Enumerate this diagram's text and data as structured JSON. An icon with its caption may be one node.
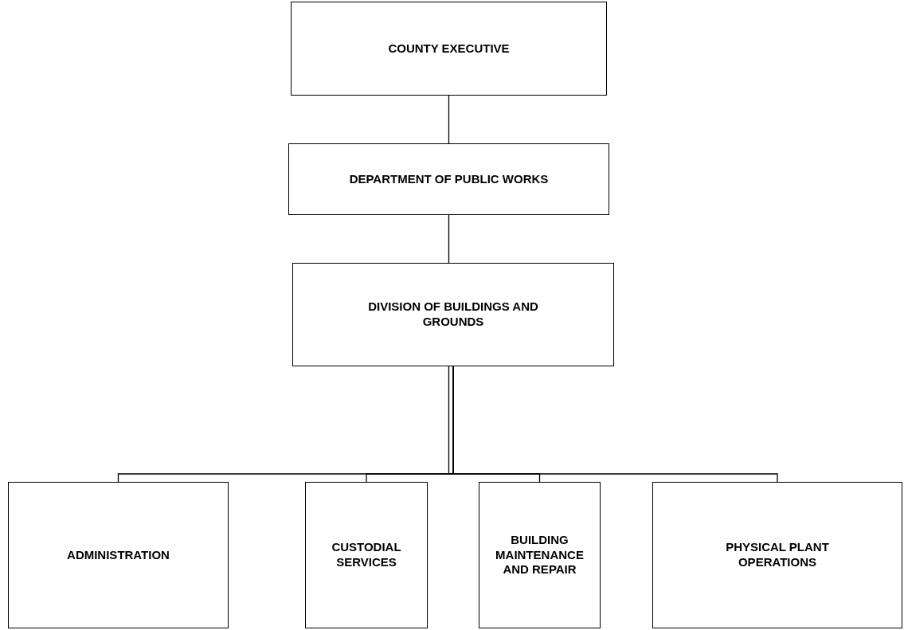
{
  "diagram": {
    "nodes": [
      {
        "text": [
          "COUNTY EXECUTIVE"
        ]
      },
      {
        "text": [
          "DEPARTMENT OF PUBLIC WORKS"
        ]
      },
      {
        "text": [
          "DIVISION OF BUILDINGS AND GROUNDS"
        ]
      },
      {
        "text": [
          "ADMINISTRATION"
        ]
      },
      {
        "text": [
          "CUSTODIAL SERVICES"
        ]
      },
      {
        "text": [
          "BUILDING MAINTENANCE AND REPAIR"
        ]
      },
      {
        "text": [
          "PHYSICAL PLANT OPERATIONS"
        ]
      }
    ],
    "edges": [
      {
        "from": 0,
        "to": 1,
        "arrow": "none"
      },
      {
        "from": 1,
        "to": 2,
        "arrow": "none"
      },
      {
        "from": 2,
        "to": 3,
        "arrow": "none"
      },
      {
        "from": 2,
        "to": 4,
        "arrow": "none"
      },
      {
        "from": 2,
        "to": 5,
        "arrow": "none"
      },
      {
        "from": 2,
        "to": 6,
        "arrow": "none"
      }
    ]
  }
}
